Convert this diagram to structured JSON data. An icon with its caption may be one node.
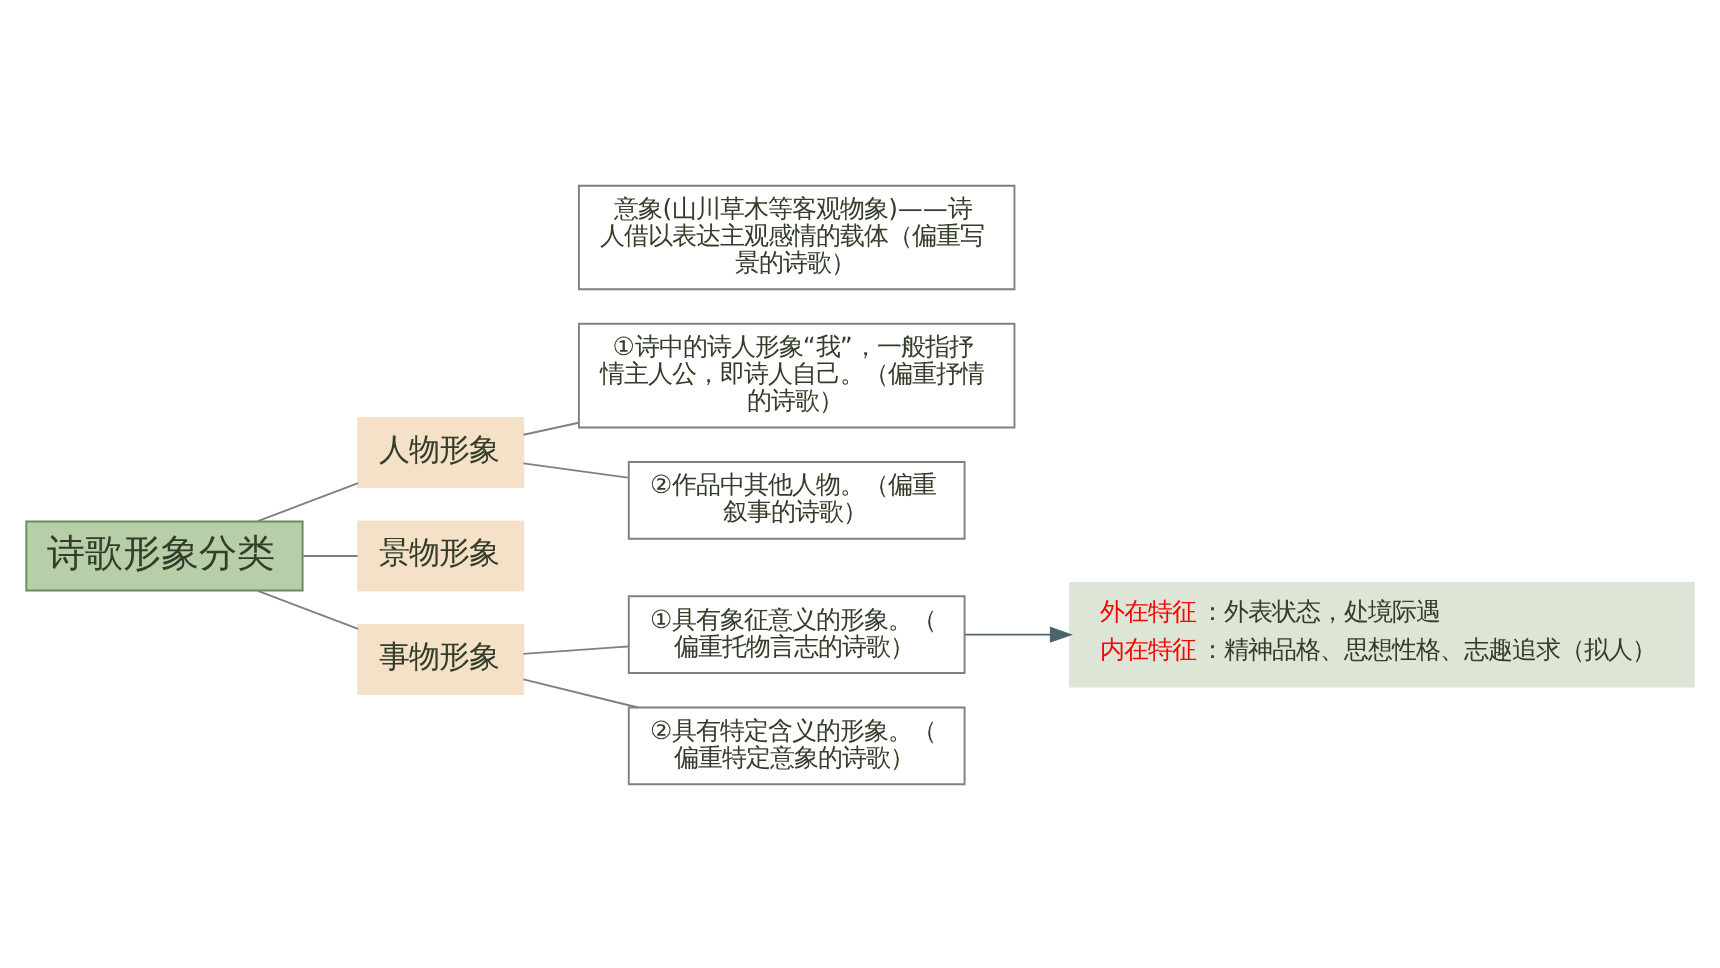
{
  "diagram": {
    "nodes": [
      {
        "text": [
          "诗歌形象分类"
        ]
      },
      {
        "text": [
          "人物形象"
        ]
      },
      {
        "text": [
          "①诗中的诗人形象“我”，一般指抒情主人公，即诗人自己。（偏重抒情的诗歌）"
        ]
      },
      {
        "text": [
          "②作品中其他人物。（偏重叙事的诗歌）"
        ]
      },
      {
        "text": [
          "景物形象"
        ]
      },
      {
        "text": [
          "意象(山川草木等客观物象)——诗人借以表达主观感情的载体（偏重写景的诗歌）"
        ]
      },
      {
        "text": [
          "事物形象"
        ]
      },
      {
        "text": [
          "①具有象征意义的形象。（偏重托物言志的诗歌）"
        ]
      },
      {
        "text": [
          "外在特征",
          "：外表状态，处境际遇",
          "内在特征",
          "：精神品格、思想性格、志趣追求（拟人）"
        ]
      },
      {
        "text": [
          "②具有特定含义的形象。（偏重特定意象的诗歌）"
        ]
      }
    ],
    "edges": [
      {
        "from": 0,
        "to": 1,
        "arrow": "none"
      },
      {
        "from": 0,
        "to": 4,
        "arrow": "none"
      },
      {
        "from": 0,
        "to": 6,
        "arrow": "none"
      },
      {
        "from": 1,
        "to": 2,
        "arrow": "none"
      },
      {
        "from": 1,
        "to": 3,
        "arrow": "none"
      },
      {
        "from": 6,
        "to": 7,
        "arrow": "none"
      },
      {
        "from": 6,
        "to": 9,
        "arrow": "none"
      },
      {
        "from": 7,
        "to": 8,
        "arrow": "to",
        "color": "#4a6470"
      }
    ]
  }
}
